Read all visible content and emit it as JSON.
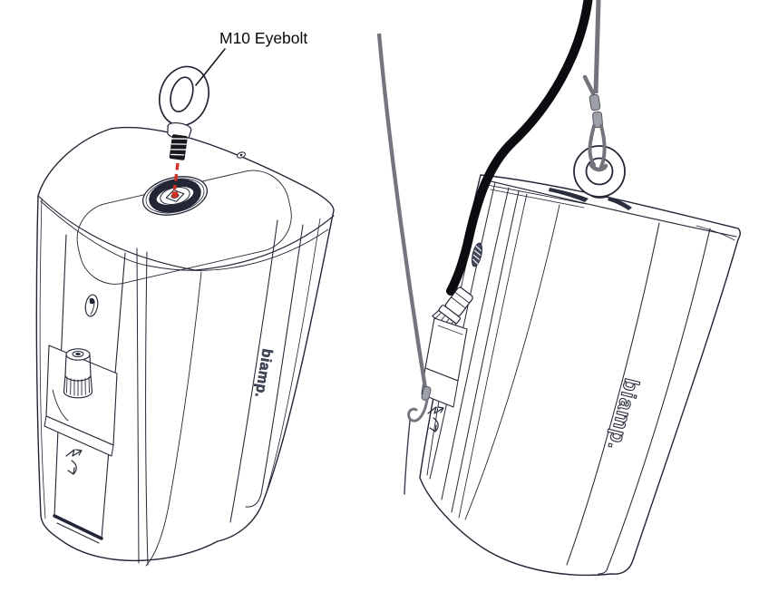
{
  "illustration": {
    "background_color": "#ffffff",
    "line_color": "#232635",
    "guide_red": "#d03226",
    "cable_black": "#0c0c10",
    "wire_gray": "#75757d",
    "callout_label": "M10 Eyebolt",
    "left_speaker_logo": "biamp.",
    "right_speaker_logo": "biamp."
  }
}
